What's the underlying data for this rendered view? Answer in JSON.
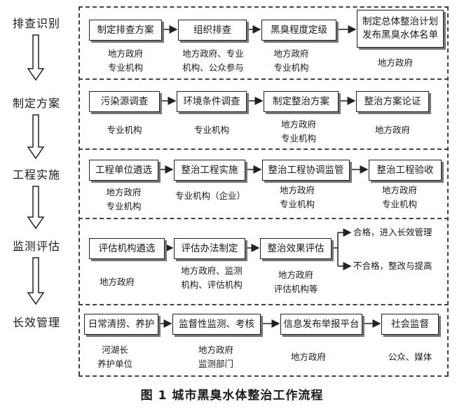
{
  "stages": [
    "排查识别",
    "制定方案",
    "工程实施",
    "监测评估",
    "长效管理"
  ],
  "rows": [
    {
      "boxes": [
        "制定排查方案",
        "组织排查",
        "黑臭程度定级",
        "制定总体整治计划\n发布黑臭水体名单"
      ],
      "notes": [
        "地方政府\n专业机构",
        "地方政府、专业\n机构、公众参与",
        "地方政府\n专业机构",
        "地方政府"
      ]
    },
    {
      "boxes": [
        "污染源调查",
        "环境条件调查",
        "制定整治方案",
        "整治方案论证"
      ],
      "notes": [
        "专业机构",
        "专业机构",
        "地方政府\n专业机构",
        "地方政府"
      ]
    },
    {
      "boxes": [
        "工程单位遴选",
        "整治工程实施",
        "整治工程协调监管",
        "整治工程验收"
      ],
      "notes": [
        "地方政府\n专业机构",
        "专业机构（企业）",
        "地方政府\n专业机构",
        "地方政府\n专业机构"
      ]
    },
    {
      "boxes": [
        "评估机构遴选",
        "评估办法制定",
        "整治效果评估"
      ],
      "notes": [
        "地方政府",
        "地方政府、监测\n机构、评估机构",
        "地方政府\n评估机构等"
      ],
      "outcomes": [
        "合格，进入长效管理",
        "不合格，整改与提高"
      ]
    },
    {
      "boxes": [
        "日常清捞、养护",
        "监督性监测、考核",
        "信息发布举报平台",
        "社会监督"
      ],
      "notes": [
        "河湖长\n养护单位",
        "地方政府\n监测部门",
        "地方政府",
        "公众、媒体"
      ]
    }
  ],
  "caption": "图 1  城市黑臭水体整治工作流程"
}
